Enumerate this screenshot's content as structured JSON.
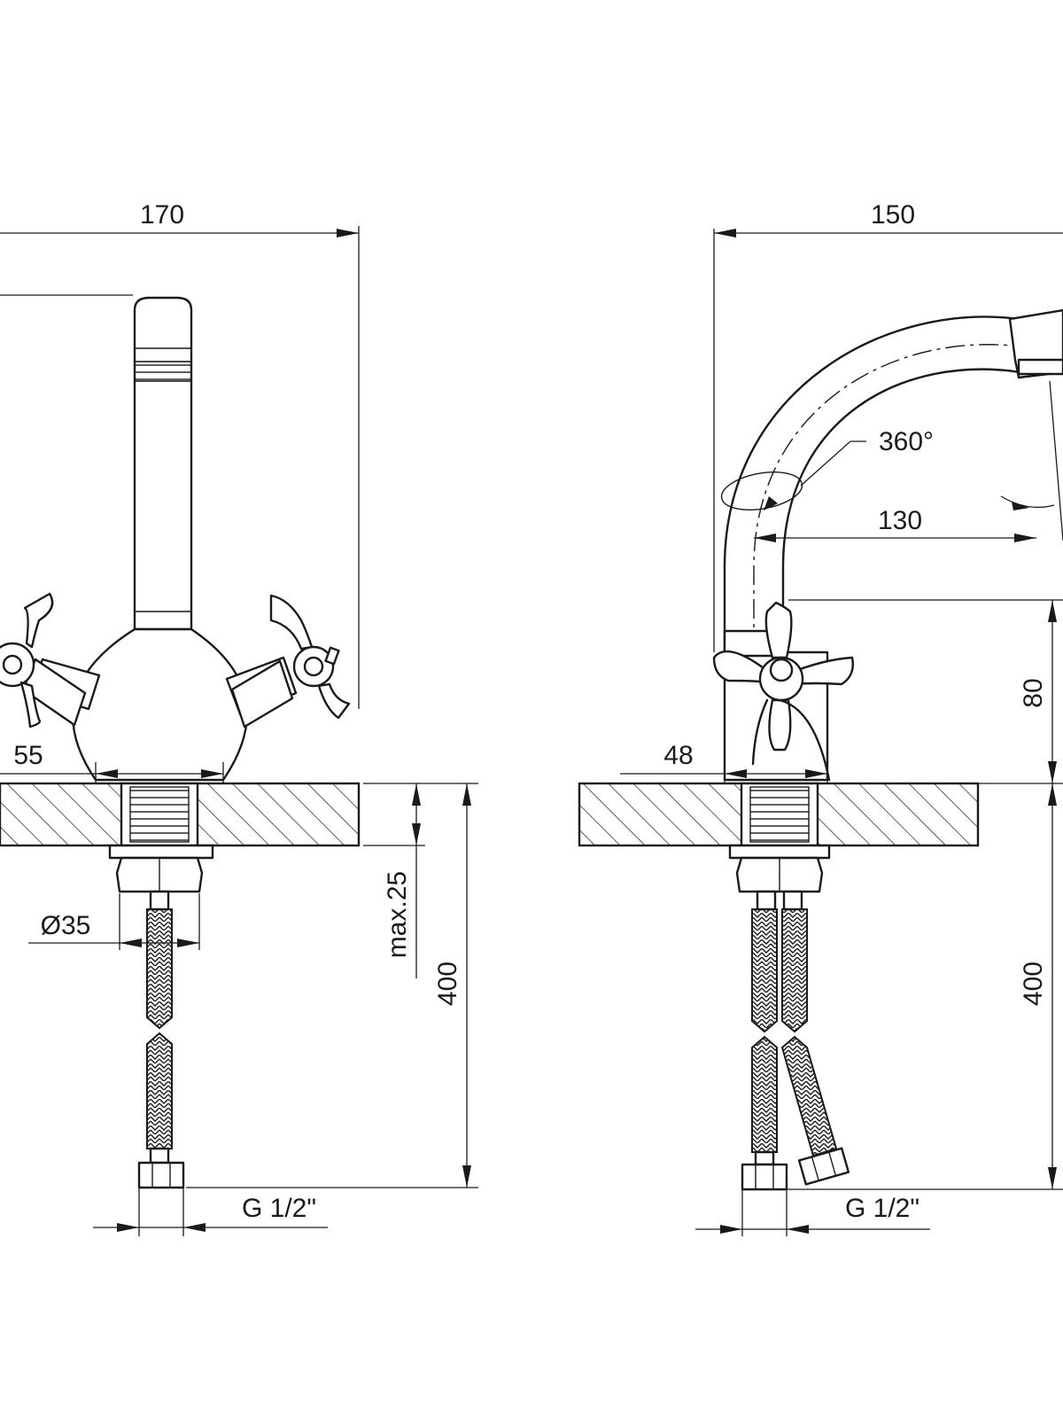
{
  "front_view": {
    "width_dim": "170",
    "base_width_dim": "55",
    "base_diameter_dim": "Ø35",
    "counter_thickness_dim": "max.25",
    "hose_length_dim": "400",
    "thread_dim": "G 1/2\""
  },
  "side_view": {
    "width_dim": "150",
    "rotation_dim": "360°",
    "reach_dim": "130",
    "height_dim": "80",
    "base_width_dim": "48",
    "hose_length_dim": "400",
    "thread_dim": "G 1/2\""
  }
}
